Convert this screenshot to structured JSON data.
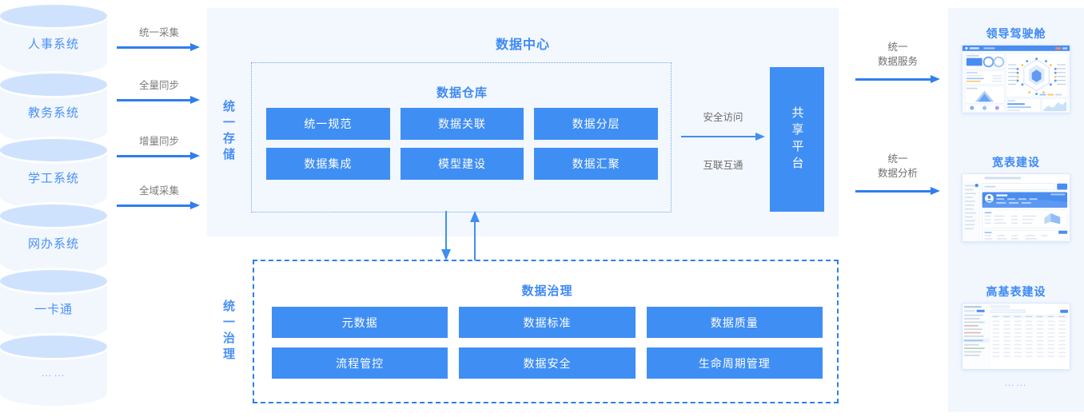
{
  "sources": {
    "items": [
      {
        "label": "人事系统"
      },
      {
        "label": "教务系统"
      },
      {
        "label": "学工系统"
      },
      {
        "label": "网办系统"
      },
      {
        "label": "一卡通"
      },
      {
        "label": "……"
      }
    ]
  },
  "ingest_arrows": [
    {
      "label": "统一采集"
    },
    {
      "label": "全量同步"
    },
    {
      "label": "增量同步"
    },
    {
      "label": "全域采集"
    }
  ],
  "data_center": {
    "title": "数据中心",
    "side_label": "统一存储",
    "warehouse": {
      "title": "数据仓库",
      "chips": [
        "统一规范",
        "数据关联",
        "数据分层",
        "数据集成",
        "模型建设",
        "数据汇聚"
      ]
    },
    "access": {
      "label_top": "安全访问",
      "label_bottom": "互联互通"
    },
    "platform": {
      "label": "共享平台"
    }
  },
  "governance": {
    "title": "数据治理",
    "side_label": "统一治理",
    "chips": [
      "元数据",
      "数据标准",
      "数据质量",
      "流程管控",
      "数据安全",
      "生命周期管理"
    ]
  },
  "outputs": {
    "arrows": [
      {
        "line1": "统一",
        "line2": "数据服务"
      },
      {
        "line1": "统一",
        "line2": "数据分析"
      }
    ],
    "cards": [
      {
        "title": "领导驾驶舱",
        "thumb": "dashboard-cockpit-thumbnail"
      },
      {
        "title": "宽表建设",
        "thumb": "wide-table-page-thumbnail"
      },
      {
        "title": "高基表建设",
        "thumb": "high-cardinality-table-thumbnail"
      }
    ],
    "more": "……"
  },
  "colors": {
    "brand_blue": "#3f8ef4",
    "arrow_blue": "#2f7ef0",
    "panel_bg": "#f2f7fe",
    "cylinder_top": "#cfe2fd",
    "cylinder_body": "#f2f7fe",
    "caption_gray": "#6f6f6f"
  }
}
